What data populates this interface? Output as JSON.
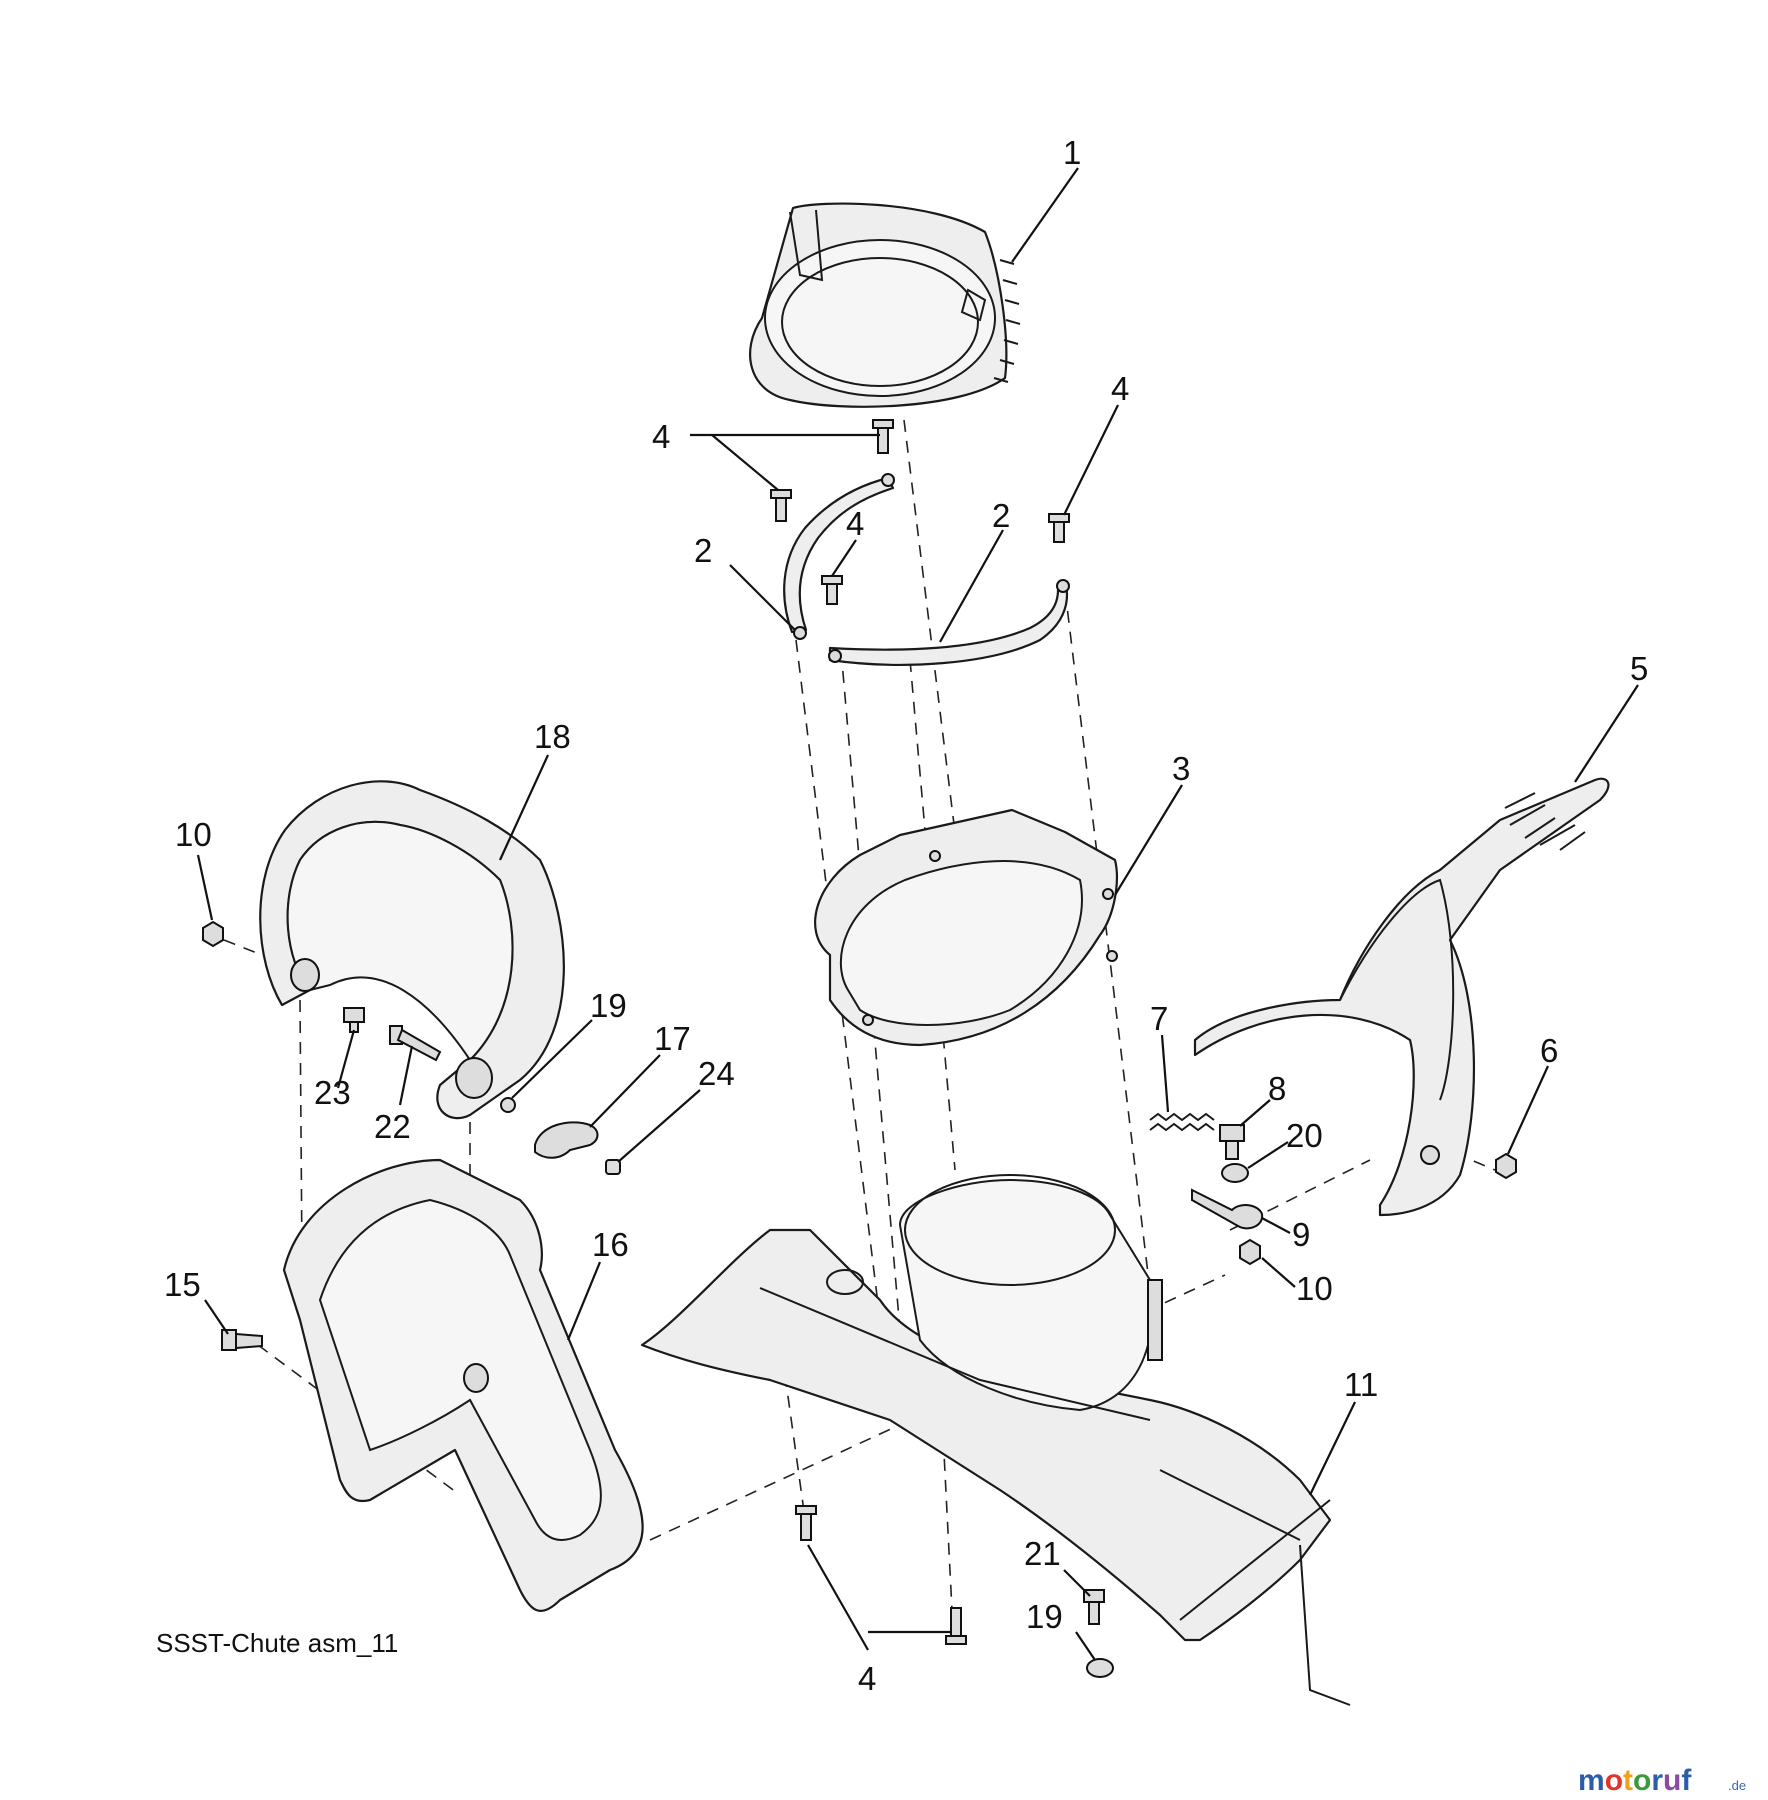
{
  "caption": "SSST-Chute asm_11",
  "watermark": {
    "main": "motoruf",
    "tail": ".de",
    "colors": [
      "#2b5da8",
      "#e2342b",
      "#f0a01e",
      "#3b9a3a",
      "#2b5da8",
      "#8b4aa3",
      "#2b5da8"
    ]
  },
  "callouts": [
    {
      "id": "c1",
      "text": "1"
    },
    {
      "id": "c4a",
      "text": "4"
    },
    {
      "id": "c4b",
      "text": "4"
    },
    {
      "id": "c4c",
      "text": "4"
    },
    {
      "id": "c2a",
      "text": "2"
    },
    {
      "id": "c2b",
      "text": "2"
    },
    {
      "id": "c5",
      "text": "5"
    },
    {
      "id": "c18",
      "text": "18"
    },
    {
      "id": "c3",
      "text": "3"
    },
    {
      "id": "c10a",
      "text": "10"
    },
    {
      "id": "c19a",
      "text": "19"
    },
    {
      "id": "c17",
      "text": "17"
    },
    {
      "id": "c24",
      "text": "24"
    },
    {
      "id": "c23",
      "text": "23"
    },
    {
      "id": "c22",
      "text": "22"
    },
    {
      "id": "c7",
      "text": "7"
    },
    {
      "id": "c6",
      "text": "6"
    },
    {
      "id": "c8",
      "text": "8"
    },
    {
      "id": "c20",
      "text": "20"
    },
    {
      "id": "c9",
      "text": "9"
    },
    {
      "id": "c10b",
      "text": "10"
    },
    {
      "id": "c16",
      "text": "16"
    },
    {
      "id": "c15",
      "text": "15"
    },
    {
      "id": "c11",
      "text": "11"
    },
    {
      "id": "c21",
      "text": "21"
    },
    {
      "id": "c19b",
      "text": "19"
    },
    {
      "id": "c4d",
      "text": "4"
    }
  ]
}
